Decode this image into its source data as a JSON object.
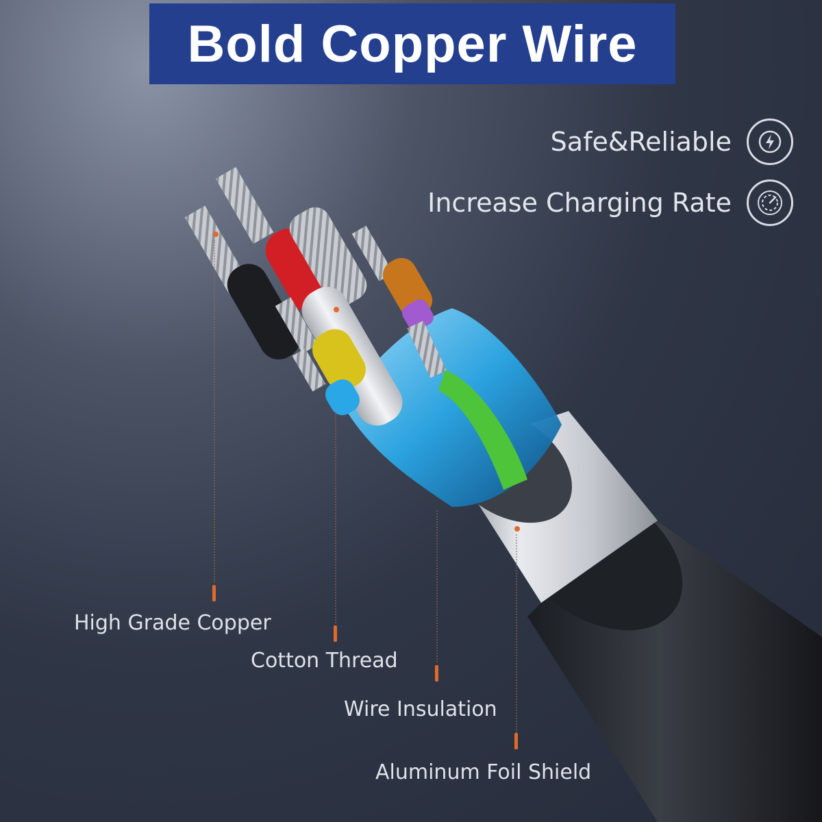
{
  "title": "Bold Copper Wire",
  "features": [
    {
      "label": "Safe&Reliable",
      "icon": "shield-bolt-icon"
    },
    {
      "label": "Increase Charging Rate",
      "icon": "speed-gauge-icon"
    }
  ],
  "labels": [
    {
      "text": "High Grade Copper"
    },
    {
      "text": "Cotton Thread"
    },
    {
      "text": "Wire Insulation"
    },
    {
      "text": "Aluminum Foil Shield"
    }
  ],
  "colors": {
    "title_bg": "#233f8e",
    "accent": "#e06a2c",
    "wire_red": "#d21f25",
    "wire_green": "#4ec43a",
    "wire_yellow": "#d8c21c",
    "wire_blue": "#2aa7e6",
    "wire_orange": "#c7761e",
    "wire_purple": "#a25ad0"
  }
}
